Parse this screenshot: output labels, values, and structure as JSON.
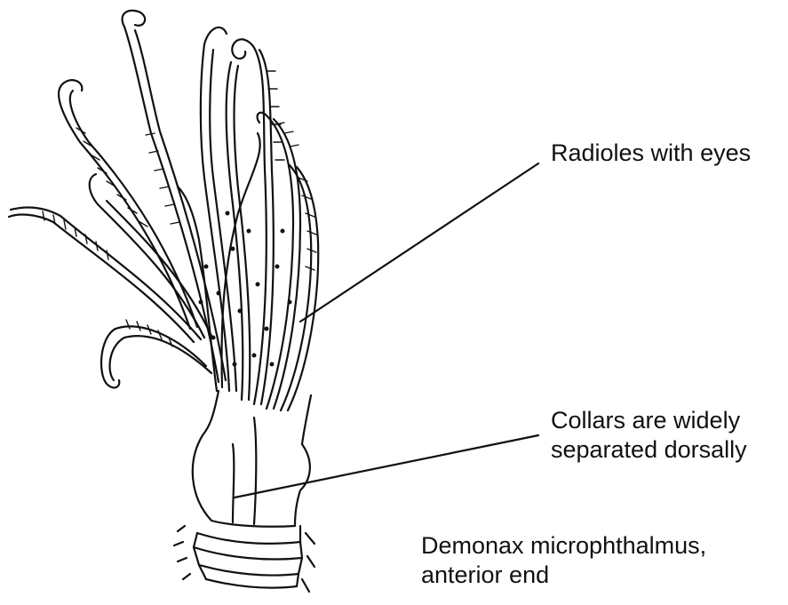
{
  "labels": {
    "radioles": "Radioles with eyes",
    "collars_line1": "Collars are widely",
    "collars_line2": "separated dorsally",
    "caption_line1": "Demonax microphthalmus,",
    "caption_line2": "anterior end"
  },
  "colors": {
    "ink": "#111111",
    "background": "#ffffff"
  }
}
